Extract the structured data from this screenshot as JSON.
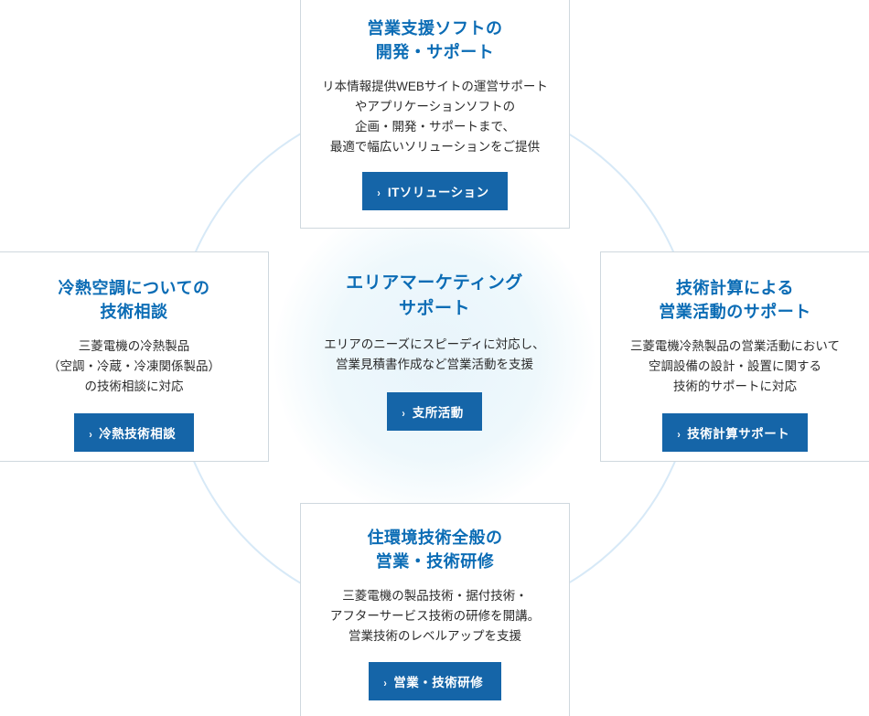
{
  "theme": {
    "title_color": "#0b6cb5",
    "button_color": "#1565a8",
    "ring_color": "#d7e9f7",
    "card_border": "#cfd8de",
    "body_text": "#2b2b2b"
  },
  "cards": {
    "top": {
      "title": "営業支援ソフトの\n開発・サポート",
      "body": "リ本情報提供WEBサイトの運営サポート\nやアプリケーションソフトの\n企画・開発・サポートまで、\n最適で幅広いソリューションをご提供",
      "button": "ITソリューション",
      "chevron": "›"
    },
    "left": {
      "title": "冷熱空調についての\n技術相談",
      "body": "三菱電機の冷熱製品\n（空調・冷蔵・冷凍関係製品）\nの技術相談に対応",
      "button": "冷熱技術相談",
      "chevron": "›"
    },
    "right": {
      "title": "技術計算による\n営業活動のサポート",
      "body": "三菱電機冷熱製品の営業活動において\n空調設備の設計・設置に関する\n技術的サポートに対応",
      "button": "技術計算サポート",
      "chevron": "›"
    },
    "bottom": {
      "title": "住環境技術全般の\n営業・技術研修",
      "body": "三菱電機の製品技術・据付技術・\nアフターサービス技術の研修を開講。\n営業技術のレベルアップを支援",
      "button": "営業・技術研修",
      "chevron": "›"
    },
    "center": {
      "title": "エリアマーケティング\nサポート",
      "body": "エリアのニーズにスピーディに対応し、\n営業見積書作成など営業活動を支援",
      "button": "支所活動",
      "chevron": "›"
    }
  }
}
